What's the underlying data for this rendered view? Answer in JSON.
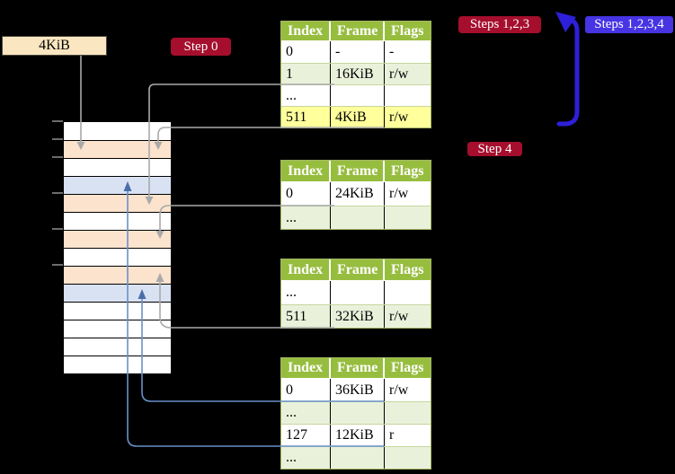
{
  "colors": {
    "header_green": "#97bd3f",
    "row_green": "#eaf1db",
    "highlight_yellow": "#ffff9c",
    "frame_orange": "#fbe3cd",
    "frame_blue": "#d9e2f3",
    "badge_red": "#a50e2d",
    "badge_blue": "#4734e3",
    "big_arrow_blue": "#2e1fd9",
    "connector_gray": "#a9a9a9",
    "connector_blue": "#6890c8",
    "connector_blue_head": "#4a6fa8",
    "label_wheat": "#fae7c1"
  },
  "frame_label": {
    "text": "4KiB"
  },
  "badges": {
    "step0": {
      "text": "Step 0"
    },
    "steps123": {
      "text": "Steps 1,2,3"
    },
    "steps1234": {
      "text": "Steps 1,2,3,4"
    },
    "step4": {
      "text": "Step 4"
    }
  },
  "tables": [
    {
      "name": "page-table-1",
      "headers": [
        "Index",
        "Frame",
        "Flags"
      ],
      "rows": [
        {
          "shade": "white",
          "cells": [
            "0",
            "-",
            "-"
          ]
        },
        {
          "shade": "green",
          "cells": [
            "1",
            "16KiB",
            "r/w"
          ]
        },
        {
          "shade": "white",
          "cells": [
            "...",
            "",
            ""
          ]
        },
        {
          "shade": "yellow",
          "cells": [
            "511",
            "4KiB",
            "r/w"
          ]
        }
      ]
    },
    {
      "name": "page-table-2",
      "headers": [
        "Index",
        "Frame",
        "Flags"
      ],
      "rows": [
        {
          "shade": "white",
          "cells": [
            "0",
            "24KiB",
            "r/w"
          ]
        },
        {
          "shade": "green",
          "cells": [
            "...",
            "",
            ""
          ]
        }
      ]
    },
    {
      "name": "page-table-3",
      "headers": [
        "Index",
        "Frame",
        "Flags"
      ],
      "rows": [
        {
          "shade": "white",
          "cells": [
            "...",
            "",
            ""
          ]
        },
        {
          "shade": "green",
          "cells": [
            "511",
            "32KiB",
            "r/w"
          ]
        }
      ]
    },
    {
      "name": "page-table-4",
      "headers": [
        "Index",
        "Frame",
        "Flags"
      ],
      "rows": [
        {
          "shade": "white",
          "cells": [
            "0",
            "36KiB",
            "r/w"
          ]
        },
        {
          "shade": "green",
          "cells": [
            "...",
            "",
            ""
          ]
        },
        {
          "shade": "white",
          "cells": [
            "127",
            "12KiB",
            "r"
          ]
        },
        {
          "shade": "green",
          "cells": [
            "...",
            "",
            ""
          ]
        }
      ]
    }
  ],
  "memory_column": {
    "tick_count": 6,
    "rows": [
      {
        "fill": "white"
      },
      {
        "fill": "orange"
      },
      {
        "fill": "white"
      },
      {
        "fill": "blue"
      },
      {
        "fill": "orange"
      },
      {
        "fill": "white"
      },
      {
        "fill": "orange"
      },
      {
        "fill": "white"
      },
      {
        "fill": "orange"
      },
      {
        "fill": "blue"
      },
      {
        "fill": "white"
      },
      {
        "fill": "white"
      },
      {
        "fill": "white"
      },
      {
        "fill": "white"
      }
    ]
  },
  "connectors": [
    {
      "from": "4KiB label",
      "to": "memory frame 4KiB",
      "color": "gray"
    },
    {
      "from": "page-table-1 row 1 (16KiB)",
      "to": "memory frame 16KiB",
      "color": "gray"
    },
    {
      "from": "page-table-1 row 511 (4KiB)",
      "to": "memory frame 4KiB",
      "color": "gray"
    },
    {
      "from": "page-table-2 row 0 (24KiB)",
      "to": "memory frame 24KiB",
      "color": "gray"
    },
    {
      "from": "page-table-3 row 511 (32KiB)",
      "to": "memory frame 32KiB",
      "color": "gray"
    },
    {
      "from": "page-table-4 row 0 (36KiB)",
      "to": "memory frame 36KiB",
      "color": "blue"
    },
    {
      "from": "page-table-4 row 127 (12KiB)",
      "to": "memory frame 12KiB",
      "color": "blue"
    },
    {
      "from": "page-table-1 row 511",
      "to": "loop back to top",
      "color": "violet"
    }
  ]
}
